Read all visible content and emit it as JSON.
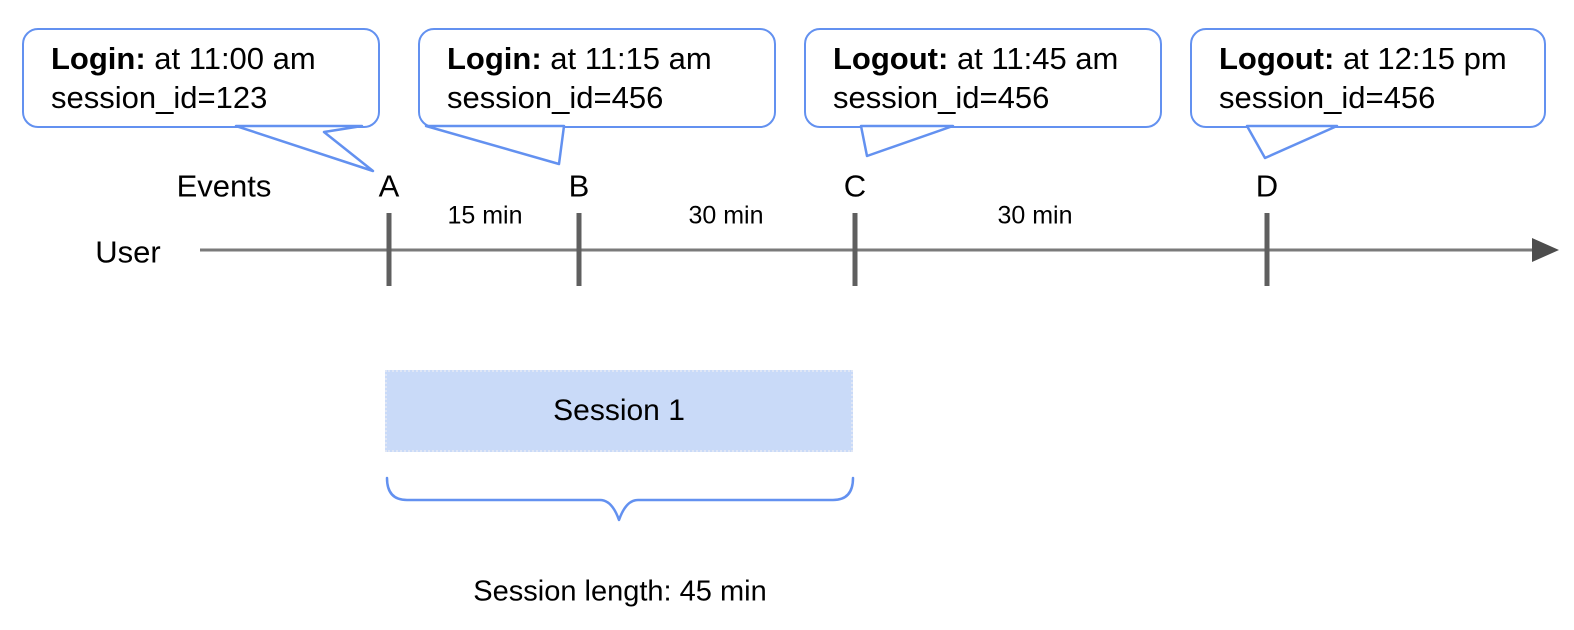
{
  "colors": {
    "accent_blue": "#6391f0",
    "session_fill": "#c9daf8",
    "line_gray": "#7a7a7a",
    "tick_gray": "#5f5f5f",
    "arrow_gray": "#4d4d4d",
    "text_black": "#000000"
  },
  "callouts": [
    {
      "event": "Login:",
      "detail": " at 11:00 am",
      "session": "session_id=123"
    },
    {
      "event": "Login:",
      "detail": " at 11:15 am",
      "session": "session_id=456"
    },
    {
      "event": "Logout:",
      "detail": " at 11:45 am",
      "session": "session_id=456"
    },
    {
      "event": "Logout:",
      "detail": " at 12:15 pm",
      "session": "session_id=456"
    }
  ],
  "timeline": {
    "events_label": "Events",
    "user_label": "User",
    "ticks": [
      {
        "letter": "A"
      },
      {
        "letter": "B"
      },
      {
        "letter": "C"
      },
      {
        "letter": "D"
      }
    ],
    "intervals": [
      "15 min",
      "30 min",
      "30 min"
    ]
  },
  "session": {
    "box_label": "Session 1",
    "length_label": "Session length: 45 min"
  }
}
